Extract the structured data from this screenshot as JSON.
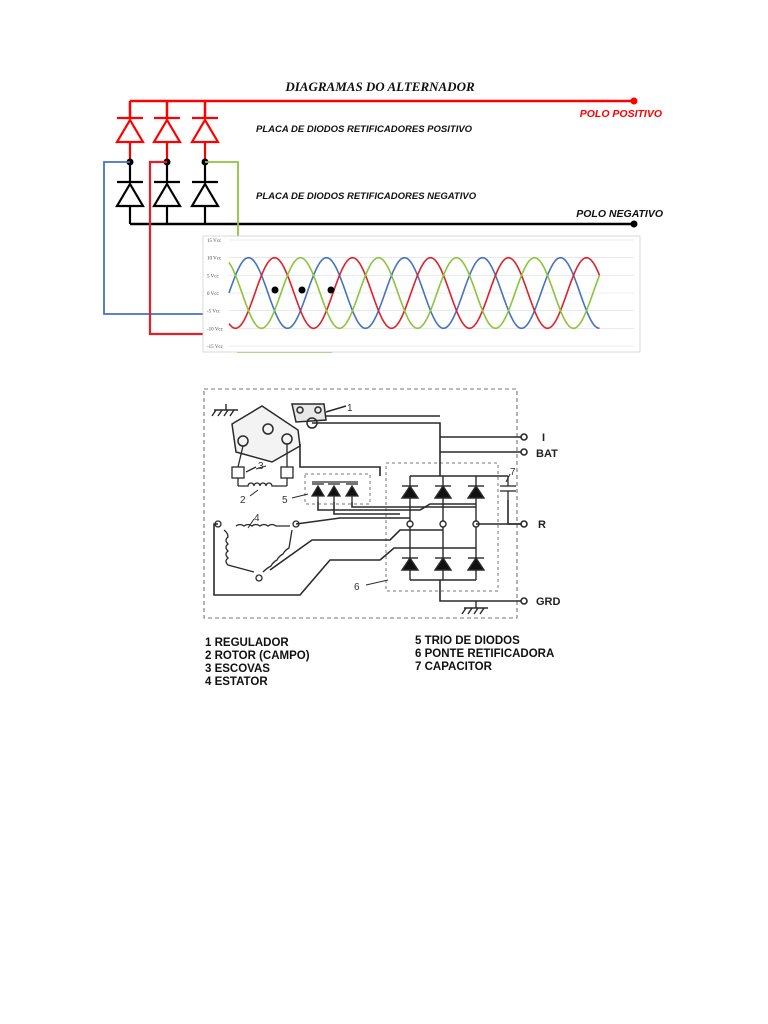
{
  "top": {
    "title": "DIAGRAMAS DO ALTERNADOR",
    "polo_positivo": "POLO POSITIVO",
    "polo_negativo": "POLO NEGATIVO",
    "placa_positivo": "PLACA DE DIODOS RETIFICADORES POSITIVO",
    "placa_negativo": "PLACA DE DIODOS RETIFICADORES NEGATIVO",
    "colors": {
      "positive": "#ff0000",
      "negative": "#000000",
      "phase_a": "#4472c4",
      "phase_b": "#e0202a",
      "phase_c": "#8cc43c"
    }
  },
  "waveform": {
    "ticks": [
      "15 Vcc",
      "10 Vcc",
      "5 Vcc",
      "0 Vcc",
      "-5 Vcc",
      "-10 Vcc",
      "-15 Vcc"
    ]
  },
  "schematic": {
    "terminals": {
      "i": "I",
      "bat": "BAT",
      "r": "R",
      "grd": "GRD"
    },
    "numbers": [
      "1",
      "2",
      "3",
      "4",
      "5",
      "6",
      "7"
    ],
    "legend_left": [
      "1 REGULADOR",
      "2 ROTOR (CAMPO)",
      "3 ESCOVAS",
      "4 ESTATOR"
    ],
    "legend_right": [
      "5 TRIO DE DIODOS",
      "6 PONTE RETIFICADORA",
      "7 CAPACITOR"
    ]
  }
}
